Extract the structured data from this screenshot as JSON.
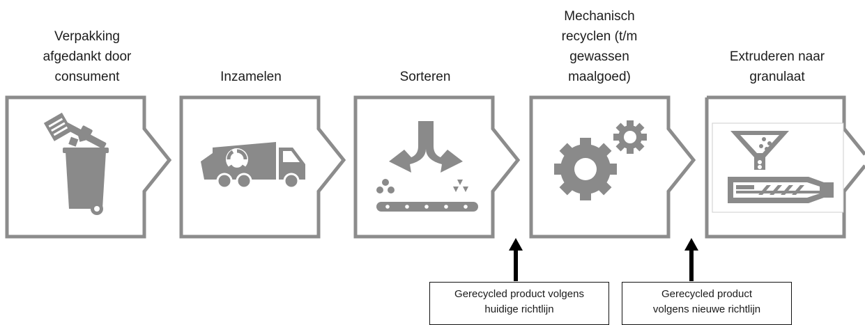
{
  "steps": [
    {
      "label": "Verpakking\nafgedankt door\nconsument",
      "icon": "trash-bin-icon"
    },
    {
      "label": "Inzamelen",
      "icon": "recycling-truck-icon"
    },
    {
      "label": "Sorteren",
      "icon": "sorting-conveyor-icon"
    },
    {
      "label": "Mechanisch\nrecyclen (t/m\ngewassen\nmaalgoed)",
      "icon": "gears-icon"
    },
    {
      "label": "Extruderen naar\ngranulaat",
      "icon": "extruder-icon"
    }
  ],
  "notes": [
    {
      "text": "Gerecycled product volgens\nhuidige richtlijn"
    },
    {
      "text": "Gerecycled product\nvolgens nieuwe richtlijn"
    }
  ],
  "colors": {
    "outline": "#8c8c8c",
    "icon": "#8a8a8a",
    "arrow": "#000000"
  }
}
